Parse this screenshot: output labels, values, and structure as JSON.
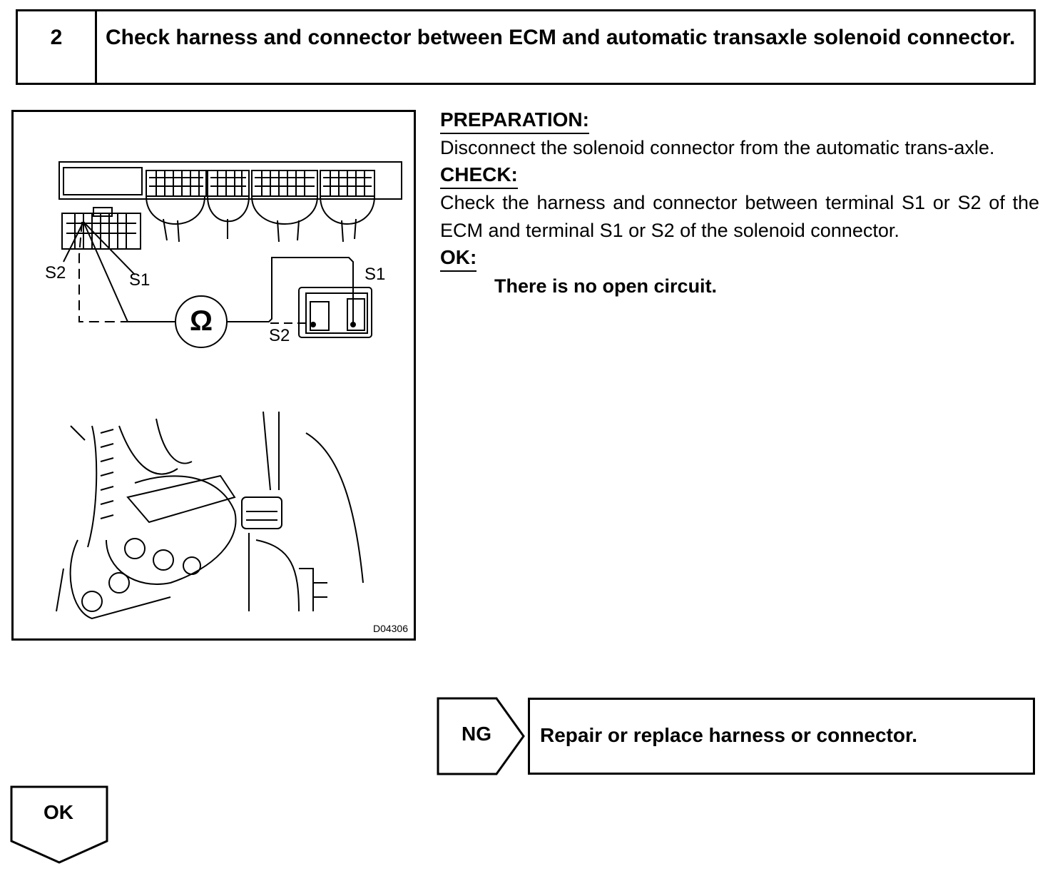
{
  "step": {
    "number": "2",
    "title": "Check harness and connector between ECM and automatic transaxle solenoid connector."
  },
  "figure": {
    "labels": {
      "ecm_s2": "S2",
      "ecm_s1": "S1",
      "sol_s1": "S1",
      "sol_s2": "S2",
      "ohm": "Ω"
    },
    "figure_id": "D04306"
  },
  "preparation": {
    "heading": "PREPARATION:",
    "text": "Disconnect the solenoid connector from the automatic trans-axle."
  },
  "check": {
    "heading": "CHECK:",
    "text": "Check the harness and connector between terminal S1 or S2 of the ECM and terminal S1 or S2 of the solenoid connector."
  },
  "ok": {
    "heading": "OK:",
    "text": "There is no open circuit."
  },
  "ng_branch": {
    "tag": "NG",
    "action": "Repair or replace harness or connector."
  },
  "ok_branch": {
    "tag": "OK"
  }
}
